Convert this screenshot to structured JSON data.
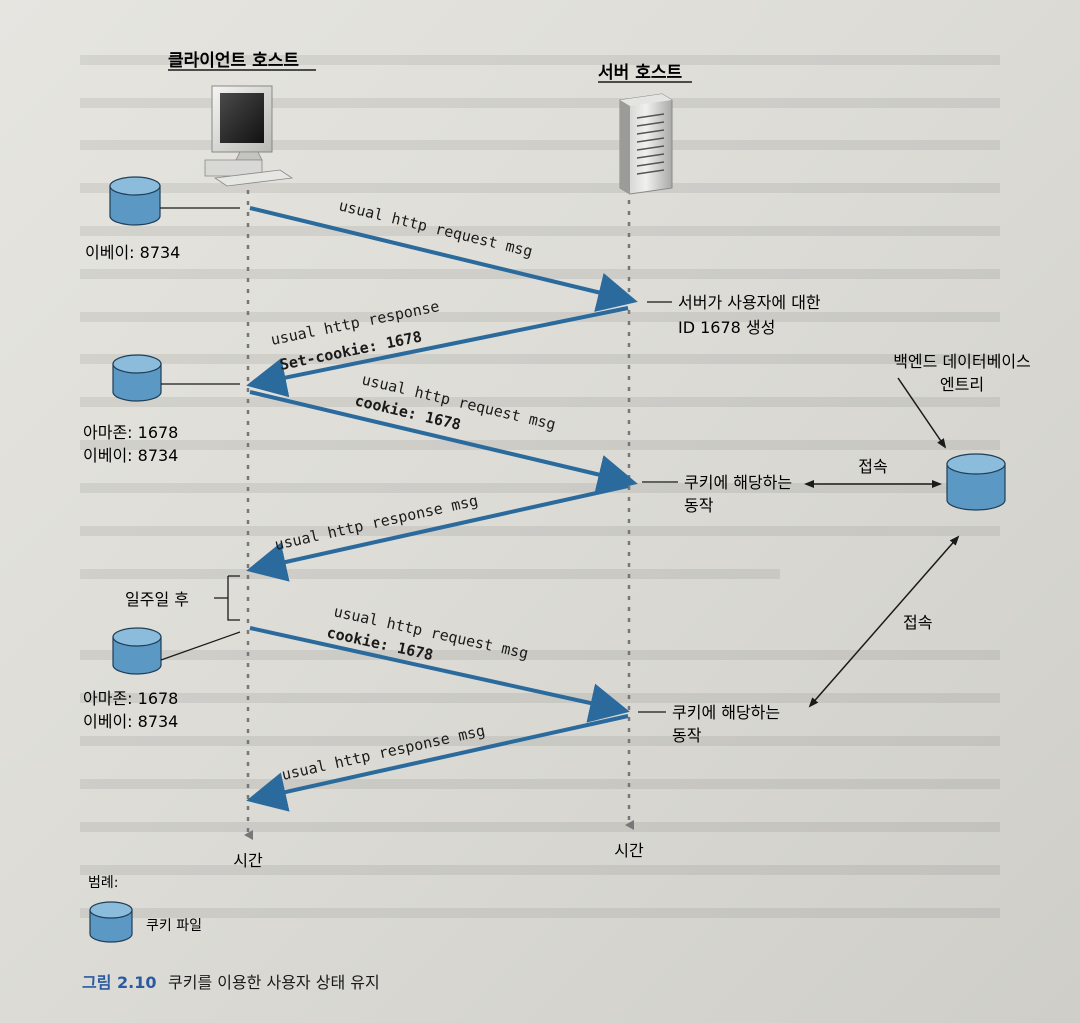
{
  "client_title": "클라이언트 호스트",
  "server_title": "서버 호스트",
  "cookie_files": [
    {
      "lines": [
        "이베이: 8734"
      ]
    },
    {
      "lines": [
        "아마존: 1678",
        "이베이: 8734"
      ]
    },
    {
      "lines": [
        "아마존: 1678",
        "이베이: 8734"
      ]
    }
  ],
  "messages": [
    {
      "lines": [
        "usual http request msg"
      ],
      "bold": []
    },
    {
      "lines": [
        "usual http response",
        "Set-cookie: 1678"
      ],
      "bold": [
        1
      ]
    },
    {
      "lines": [
        "usual http request msg",
        "cookie: 1678"
      ],
      "bold": [
        1
      ]
    },
    {
      "lines": [
        "usual http response msg"
      ],
      "bold": []
    },
    {
      "lines": [
        "usual http request msg",
        "cookie: 1678"
      ],
      "bold": [
        1
      ]
    },
    {
      "lines": [
        "usual http response msg"
      ],
      "bold": []
    }
  ],
  "server_notes": [
    {
      "lines": [
        "서버가 사용자에 대한",
        "ID 1678 생성"
      ]
    },
    {
      "lines": [
        "쿠키에 해당하는",
        "동작"
      ]
    },
    {
      "lines": [
        "쿠키에 해당하는",
        "동작"
      ]
    }
  ],
  "backend_label": [
    "백엔드 데이터베이스",
    "엔트리"
  ],
  "access_labels": [
    "접속",
    "접속"
  ],
  "week_later": "일주일 후",
  "time_labels": [
    "시간",
    "시간"
  ],
  "legend_title": "범례:",
  "legend_item": "쿠키 파일",
  "caption": {
    "figure": "그림 2.10",
    "text": "쿠키를 이용한 사용자 상태 유지"
  },
  "colors": {
    "arrow": "#2a6a9c",
    "cylinder": "#5b98c4",
    "cylinder_top": "#8cbcdc",
    "caption": "#2c5aa0"
  }
}
